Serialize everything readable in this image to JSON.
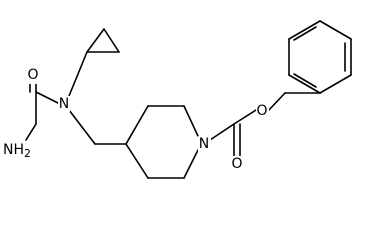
{
  "molecule": {
    "atoms": {
      "amine": "NH",
      "amine_subscript": "2",
      "amide_oxygen": "O",
      "amide_nitrogen": "N",
      "piperidine_nitrogen": "N",
      "ester_oxygen": "O",
      "carbonyl_oxygen": "O"
    },
    "line_color": "#000000",
    "background_color": "#ffffff"
  }
}
